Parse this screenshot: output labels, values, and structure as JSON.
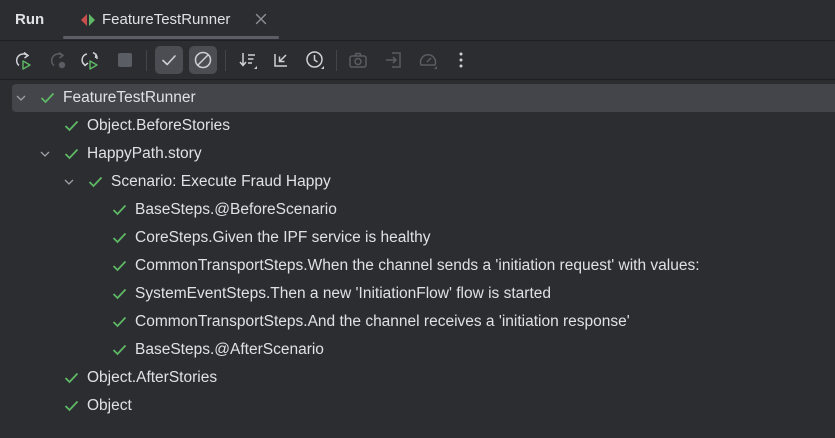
{
  "header": {
    "run_label": "Run",
    "tab": {
      "title": "FeatureTestRunner",
      "icon": "jbehave-story-runner-icon",
      "close_icon": "close-icon"
    }
  },
  "toolbar": {
    "buttons": [
      {
        "name": "rerun",
        "icon": "rerun-icon",
        "tooltip": "Rerun",
        "enabled": true
      },
      {
        "name": "rerun-failed",
        "icon": "rerun-failed-icon",
        "tooltip": "Rerun Failed Tests",
        "enabled": false
      },
      {
        "name": "toggle-auto-test",
        "icon": "toggle-auto-test-icon",
        "tooltip": "Toggle Auto-test",
        "enabled": true
      },
      {
        "name": "stop",
        "icon": "stop-icon",
        "tooltip": "Stop",
        "enabled": false
      },
      {
        "name": "show-passed",
        "icon": "check-icon",
        "tooltip": "Show Passed",
        "active": true
      },
      {
        "name": "show-ignored",
        "icon": "ignored-icon",
        "tooltip": "Show Ignored",
        "active": true
      },
      {
        "name": "sort",
        "icon": "sort-icon",
        "tooltip": "Sort"
      },
      {
        "name": "collapse-all",
        "icon": "collapse-icon",
        "tooltip": "Collapse All"
      },
      {
        "name": "test-history",
        "icon": "clock-icon",
        "tooltip": "Test History"
      },
      {
        "name": "screenshot",
        "icon": "camera-icon",
        "tooltip": "Screenshot",
        "enabled": false
      },
      {
        "name": "import-tests",
        "icon": "import-icon",
        "tooltip": "Import Tests",
        "enabled": false
      },
      {
        "name": "profiler",
        "icon": "gauge-icon",
        "tooltip": "Profiler",
        "enabled": false
      },
      {
        "name": "more",
        "icon": "more-vertical-icon",
        "tooltip": "More"
      }
    ]
  },
  "colors": {
    "background": "#2b2d30",
    "selected_row": "#43454a",
    "pass_green": "#5fb865",
    "text": "#dfe1e5",
    "icon": "#ced0d6",
    "icon_disabled": "#5a5d63"
  },
  "tree": {
    "nodes": [
      {
        "label": "FeatureTestRunner",
        "level": 0,
        "expanded": true,
        "status": "passed",
        "selected": true
      },
      {
        "label": "Object.BeforeStories",
        "level": 1,
        "status": "passed"
      },
      {
        "label": "HappyPath.story",
        "level": 1,
        "expanded": true,
        "status": "passed"
      },
      {
        "label": "Scenario: Execute Fraud Happy",
        "level": 2,
        "expanded": true,
        "status": "passed"
      },
      {
        "label": "BaseSteps.@BeforeScenario",
        "level": 3,
        "status": "passed"
      },
      {
        "label": "CoreSteps.Given the IPF service is healthy",
        "level": 3,
        "status": "passed"
      },
      {
        "label": "CommonTransportSteps.When the channel sends a 'initiation request' with values:",
        "level": 3,
        "status": "passed"
      },
      {
        "label": "SystemEventSteps.Then a new 'InitiationFlow' flow is started",
        "level": 3,
        "status": "passed"
      },
      {
        "label": "CommonTransportSteps.And the channel receives a 'initiation response'",
        "level": 3,
        "status": "passed"
      },
      {
        "label": "BaseSteps.@AfterScenario",
        "level": 3,
        "status": "passed"
      },
      {
        "label": "Object.AfterStories",
        "level": 1,
        "status": "passed"
      },
      {
        "label": "Object",
        "level": 1,
        "status": "passed"
      }
    ]
  }
}
